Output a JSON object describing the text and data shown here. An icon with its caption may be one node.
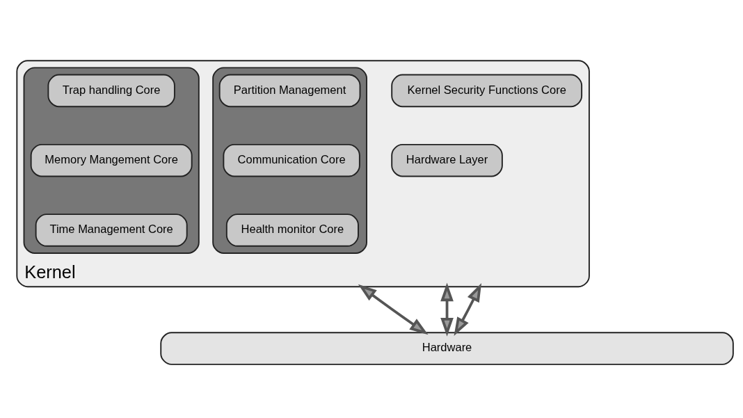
{
  "diagram": {
    "nodes": [
      {
        "text": [
          "Kernel"
        ]
      },
      {
        "text": [],
        "shape": "box",
        "in": 0
      },
      {
        "text": [
          "Partition Management"
        ],
        "in": 1
      },
      {
        "text": [
          "Communication Core"
        ],
        "in": 1
      },
      {
        "text": [
          "Health monitor Core"
        ],
        "in": 1
      },
      {
        "text": [
          "Kernel Security Functions Core"
        ],
        "in": 0
      },
      {
        "text": [],
        "shape": "box",
        "in": 0
      },
      {
        "text": [
          "Trap handling Core"
        ],
        "in": 6
      },
      {
        "text": [
          "Memory Mangement Core"
        ],
        "in": 6
      },
      {
        "text": [
          "Time Management Core"
        ],
        "in": 6
      },
      {
        "text": [
          "Hardware Layer"
        ],
        "in": 0
      },
      {
        "text": [
          "Hardware"
        ]
      }
    ],
    "edges": [
      {
        "from": 0,
        "to": 11,
        "arrow": "both"
      },
      {
        "from": 0,
        "to": 11,
        "arrow": "both"
      },
      {
        "from": 0,
        "to": 11,
        "arrow": "both"
      }
    ]
  }
}
